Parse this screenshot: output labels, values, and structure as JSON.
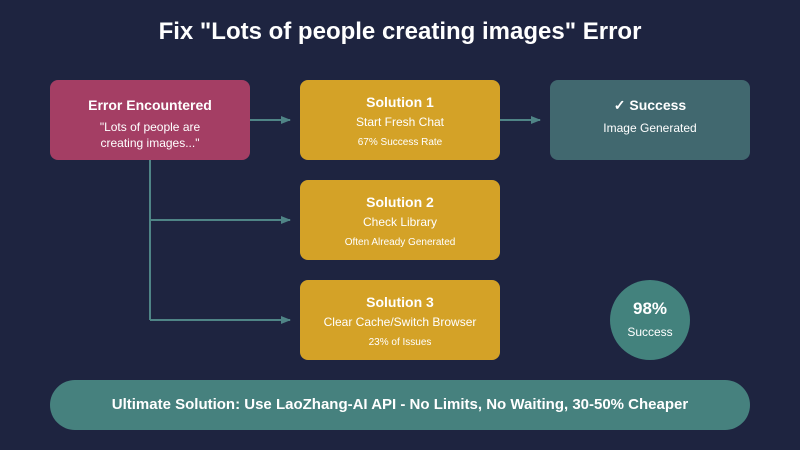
{
  "title": "Fix \"Lots of people creating images\" Error",
  "error": {
    "heading": "Error Encountered",
    "message_line1": "\"Lots of people are",
    "message_line2": "creating images...\""
  },
  "solutions": [
    {
      "heading": "Solution 1",
      "action": "Start Fresh Chat",
      "note": "67% Success Rate"
    },
    {
      "heading": "Solution 2",
      "action": "Check Library",
      "note": "Often Already Generated"
    },
    {
      "heading": "Solution 3",
      "action": "Clear Cache/Switch Browser",
      "note": "23% of Issues"
    }
  ],
  "success": {
    "heading": "✓ Success",
    "detail": "Image Generated"
  },
  "overall": {
    "value": "98%",
    "label": "Success"
  },
  "ultimate": {
    "text": "Ultimate Solution: Use LaoZhang-AI API - No Limits, No Waiting, 30-50% Cheaper"
  },
  "colors": {
    "background": "#1e2440",
    "error": "#a43e64",
    "solution": "#d4a227",
    "success": "#41686f",
    "connector": "#4f8486",
    "ultimate": "#46817e",
    "circle": "#43827d"
  }
}
